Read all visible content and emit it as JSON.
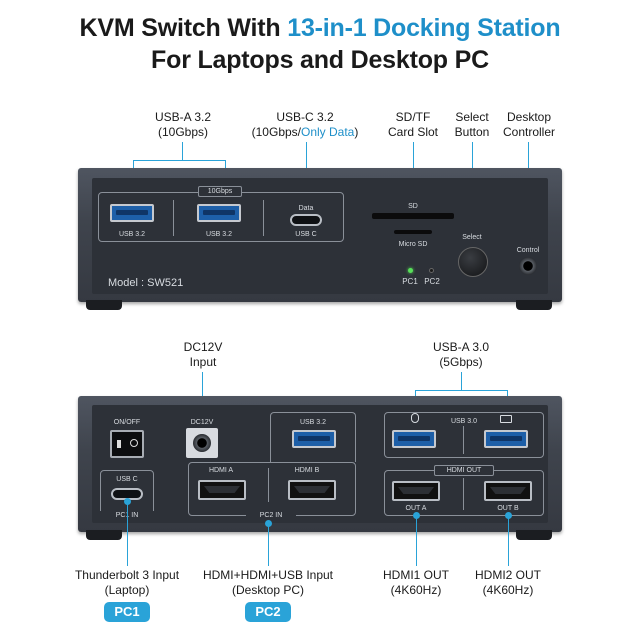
{
  "title": {
    "line1_pre": "KVM Switch With ",
    "line1_hl": "13-in-1 Docking Station",
    "line2": "For Laptops and Desktop PC"
  },
  "front_labels": {
    "usba": {
      "line1": "USB-A 3.2",
      "line2": "(10Gbps)"
    },
    "usbc": {
      "line1": "USB-C 3.2",
      "line2_pre": "(10Gbps/",
      "line2_hl": "Only Data",
      "line2_post": ")"
    },
    "sd": {
      "line1": "SD/TF",
      "line2": "Card Slot"
    },
    "select": {
      "line1": "Select",
      "line2": "Button"
    },
    "controller": {
      "line1": "Desktop",
      "line2": "Controller"
    }
  },
  "front_panel": {
    "speed_tag": "10Gbps",
    "usb1": "USB 3.2",
    "usb2": "USB 3.2",
    "data": "Data",
    "usbc": "USB C",
    "sd": "SD",
    "microsd": "Micro SD",
    "select": "Select",
    "control": "Control",
    "model": "Model : SW521",
    "pc1": "PC1",
    "pc2": "PC2"
  },
  "rear_labels": {
    "dc": {
      "line1": "DC12V",
      "line2": "Input"
    },
    "usba30": {
      "line1": "USB-A 3.0",
      "line2": "(5Gbps)"
    }
  },
  "rear_panel": {
    "onoff": "ON/OFF",
    "dc12v": "DC12V",
    "usbc": "USB C",
    "pc1in": "PC1 IN",
    "hdmia": "HDMI A",
    "hdmib": "HDMI B",
    "usb32": "USB 3.2",
    "pc2in": "PC2 IN",
    "usb30": "USB 3.0",
    "hdmiout": "HDMI OUT",
    "outa": "OUT A",
    "outb": "OUT B"
  },
  "bottom_labels": {
    "tb3": {
      "line1": "Thunderbolt 3 Input",
      "line2": "(Laptop)",
      "pill": "PC1"
    },
    "hdmi_usb": {
      "line1": "HDMI+HDMI+USB Input",
      "line2": "(Desktop PC)",
      "pill": "PC2"
    },
    "hdmi1": {
      "line1": "HDMI1 OUT",
      "line2": "(4K60Hz)"
    },
    "hdmi2": {
      "line1": "HDMI2 OUT",
      "line2": "(4K60Hz)"
    }
  },
  "colors": {
    "accent": "#1e8fc9",
    "device": "#3f444d",
    "usb_blue": "#1d5fa8"
  }
}
